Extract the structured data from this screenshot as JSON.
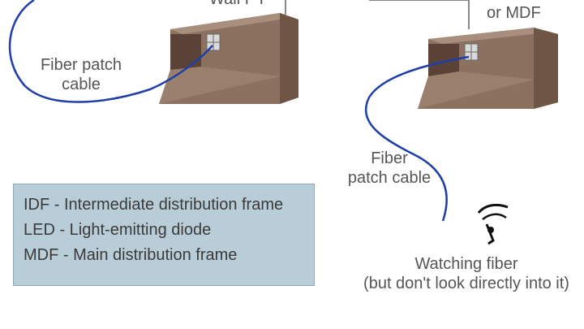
{
  "labels": {
    "top_left_fragment": "Wall F I",
    "top_right_fragment": "or MDF",
    "patch_cable_left": [
      "Fiber patch",
      "cable"
    ],
    "patch_cable_right": [
      "Fiber",
      "patch cable"
    ],
    "watching": [
      "Watching fiber",
      "(but don't look directly into it)"
    ]
  },
  "legend": {
    "items": [
      "IDF - Intermediate distribution frame",
      "LED - Light-emitting diode",
      "MDF - Main distribution frame"
    ]
  },
  "colors": {
    "box_top": "#a88e7c",
    "box_front": "#8c7060",
    "box_side": "#6e5545",
    "fiber": "#1f3ea8",
    "legend_bg": "#b9cdd8",
    "text": "#555555"
  },
  "icons": {
    "eye": "eye-icon"
  }
}
